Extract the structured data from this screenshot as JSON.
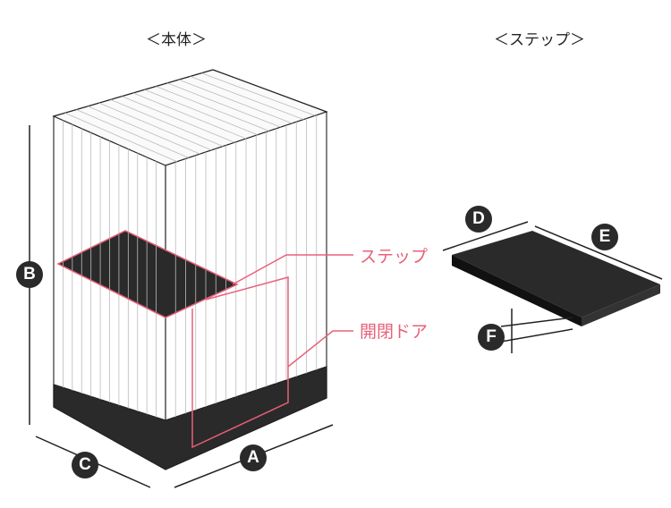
{
  "titles": {
    "body": "＜本体＞",
    "step": "＜ステップ＞"
  },
  "callouts": {
    "step": "ステップ",
    "door": "開閉ドア"
  },
  "dimensions": {
    "a": "A",
    "b": "B",
    "c": "C",
    "d": "D",
    "e": "E",
    "f": "F"
  },
  "colors": {
    "accent": "#e8607a",
    "dark": "#2a2a2a"
  }
}
